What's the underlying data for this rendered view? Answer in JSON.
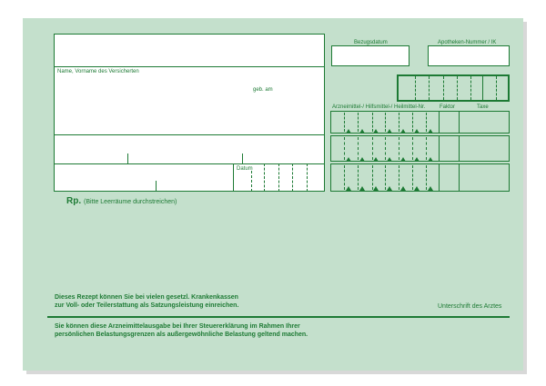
{
  "form": {
    "name_label": "Name, Vorname des Versicherten",
    "geb_label": "geb. am",
    "datum_label": "Datum",
    "bezugsdatum_label": "Bezugsdatum",
    "apotheken_label": "Apotheken-Nummer / IK",
    "arzneimittel_label": "Arzneimittel-/ Hilfsmittel-/ Heilmittel-Nr.",
    "faktor_label": "Faktor",
    "taxe_label": "Taxe",
    "rp_label": "Rp.",
    "rp_hint": "(Bitte Leerräume durchstreichen)",
    "notice_line1": "Dieses Rezept können Sie bei vielen gesetzl. Krankenkassen",
    "notice_line2": "zur Voll- oder Teilerstattung als Satzungsleistung einreichen.",
    "signature_label": "Unterschrift des Arztes",
    "footer_line1": "Sie können diese Arzneimittelausgabe bei Ihrer Steuererklärung im Rahmen Ihrer",
    "footer_line2": "persönlichen Belastungsgrenzen als außergewöhnliche Belastung geltend machen."
  },
  "colors": {
    "paper": "#c4e0cc",
    "ink": "#1d7a34"
  }
}
